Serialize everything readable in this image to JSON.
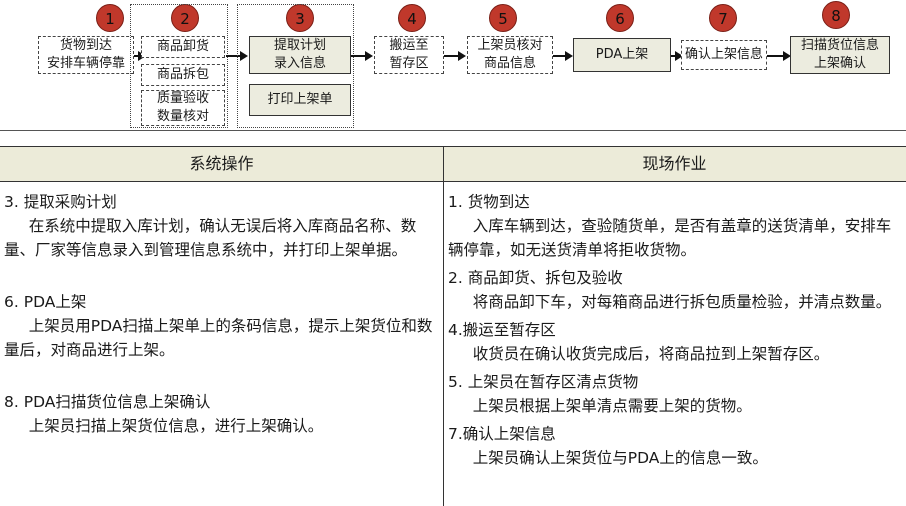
{
  "flow": {
    "steps": [
      {
        "num": "1",
        "boxes": [
          [
            "货物到达",
            "安排车辆停靠"
          ]
        ]
      },
      {
        "num": "2",
        "boxes": [
          [
            "商品卸货"
          ],
          [
            "商品拆包"
          ],
          [
            "质量验收",
            "数量核对"
          ]
        ]
      },
      {
        "num": "3",
        "boxes": [
          [
            "提取计划",
            "录入信息"
          ],
          [
            "打印上架单"
          ]
        ]
      },
      {
        "num": "4",
        "boxes": [
          [
            "搬运至",
            "暂存区"
          ]
        ]
      },
      {
        "num": "5",
        "boxes": [
          [
            "上架员核对",
            "商品信息"
          ]
        ]
      },
      {
        "num": "6",
        "boxes": [
          [
            "PDA上架"
          ]
        ]
      },
      {
        "num": "7",
        "boxes": [
          [
            "确认上架信息"
          ]
        ]
      },
      {
        "num": "8",
        "boxes": [
          [
            "扫描货位信息",
            "上架确认"
          ]
        ]
      }
    ]
  },
  "table": {
    "header_left": "系统操作",
    "header_right": "现场作业",
    "left": [
      {
        "title": "3. 提取采购计划",
        "body": "在系统中提取入库计划，确认无误后将入库商品名称、数量、厂家等信息录入到管理信息系统中，并打印上架单据。"
      },
      {
        "title": "6. PDA上架",
        "body": "上架员用PDA扫描上架单上的条码信息，提示上架货位和数量后，对商品进行上架。"
      },
      {
        "title": "8. PDA扫描货位信息上架确认",
        "body": "上架员扫描上架货位信息，进行上架确认。"
      }
    ],
    "right": [
      {
        "title": "1. 货物到达",
        "body": "入库车辆到达，查验随货单，是否有盖章的送货清单，安排车辆停靠，如无送货清单将拒收货物。"
      },
      {
        "title": "2. 商品卸货、拆包及验收",
        "body": "将商品卸下车，对每箱商品进行拆包质量检验，并清点数量。"
      },
      {
        "title": "4.搬运至暂存区",
        "body": "收货员在确认收货完成后，将商品拉到上架暂存区。"
      },
      {
        "title": "5. 上架员在暂存区清点货物",
        "body": "上架员根据上架单清点需要上架的货物。"
      },
      {
        "title": "7.确认上架信息",
        "body": "上架员确认上架货位与PDA上的信息一致。"
      }
    ]
  }
}
